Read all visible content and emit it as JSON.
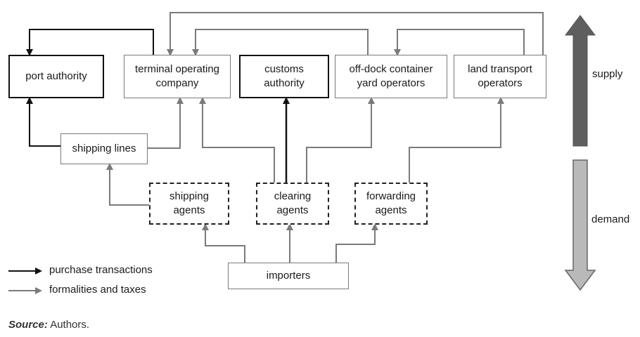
{
  "nodes": {
    "port_authority": "port authority",
    "terminal_operating_company": "terminal operating company",
    "customs_authority": "customs authority",
    "off_dock_yard_operators": "off-dock container yard operators",
    "land_transport_operators": "land transport operators",
    "shipping_lines": "shipping lines",
    "shipping_agents": "shipping agents",
    "clearing_agents": "clearing agents",
    "forwarding_agents": "forwarding agents",
    "importers": "importers"
  },
  "scale": {
    "supply_label": "supply",
    "demand_label": "demand",
    "supply_color": "#5f5f5f",
    "demand_color": "#b9b9b9"
  },
  "legend": {
    "purchase": {
      "label": "purchase transactions",
      "color": "#111111"
    },
    "formalities": {
      "label": "formalities and taxes",
      "color": "#7a7a7a"
    }
  },
  "source": {
    "label": "Source:",
    "text": "Authors."
  }
}
